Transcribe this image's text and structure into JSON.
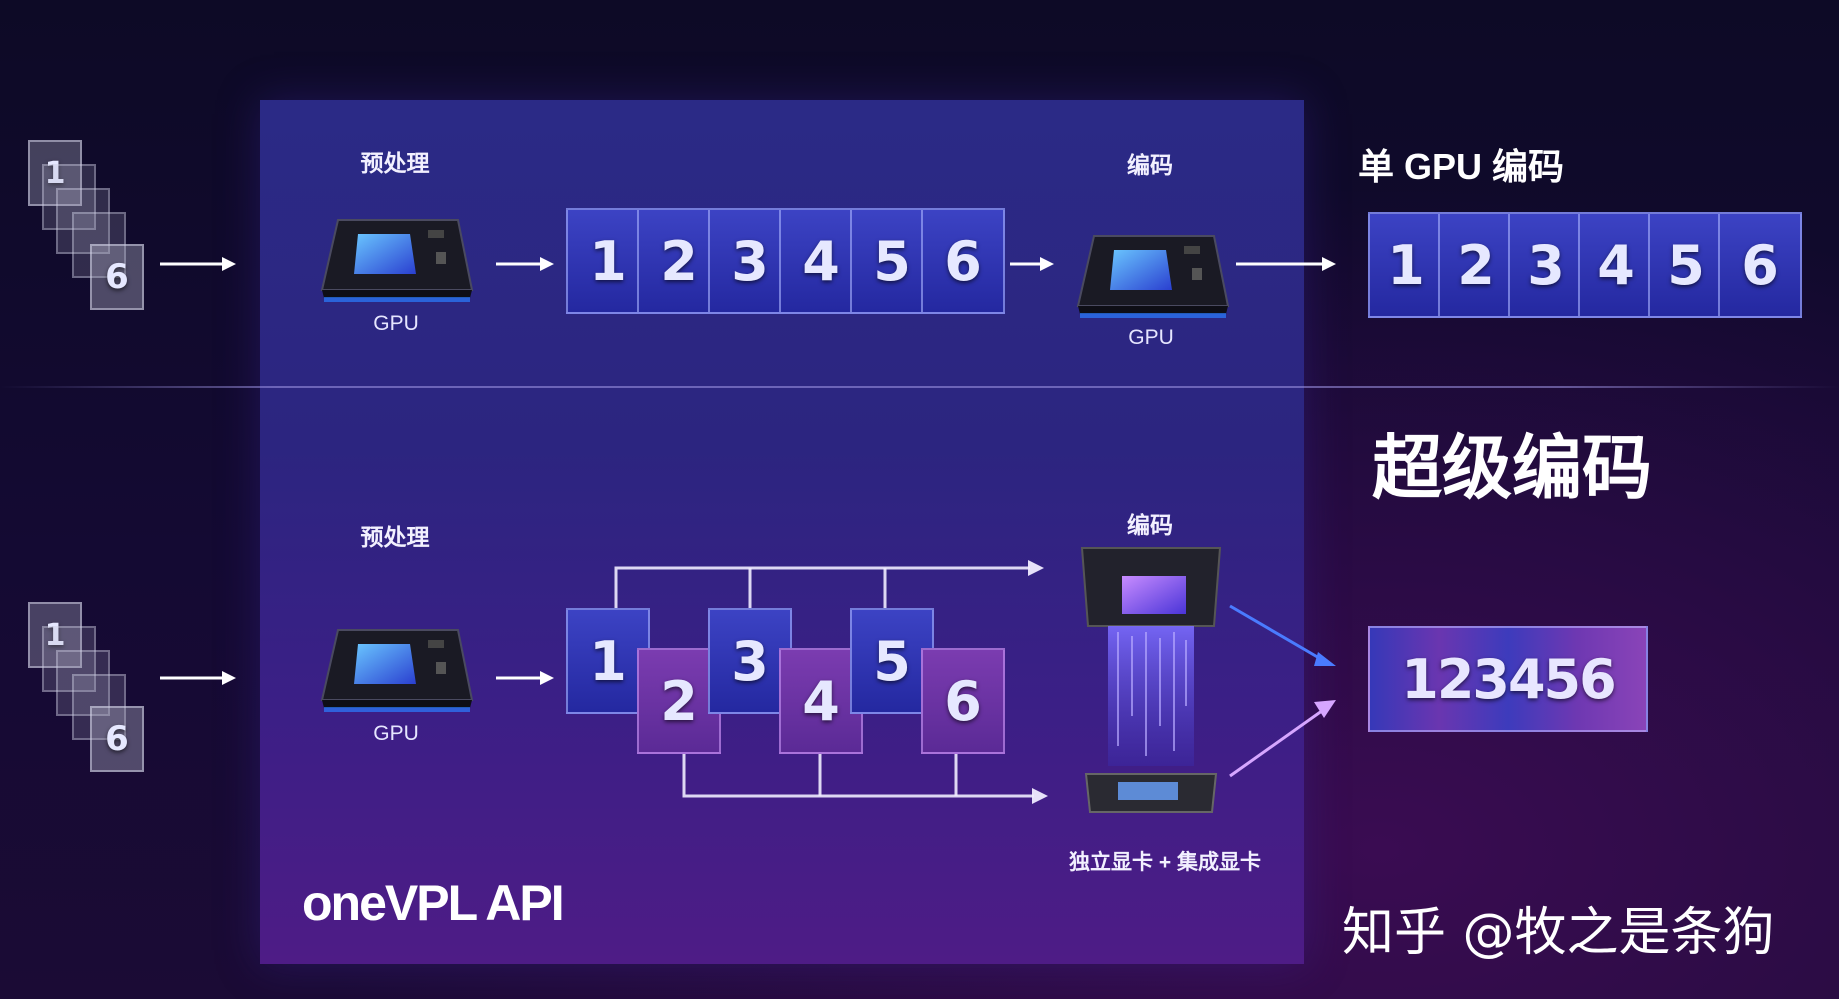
{
  "top": {
    "preprocess_label": "预处理",
    "gpu_label_1": "GPU",
    "encode_label": "编码",
    "gpu_label_2": "GPU",
    "title": "单 GPU 编码",
    "frames": [
      "1",
      "2",
      "3",
      "4",
      "5",
      "6"
    ],
    "output_frames": [
      "1",
      "2",
      "3",
      "4",
      "5",
      "6"
    ]
  },
  "bottom": {
    "preprocess_label": "预处理",
    "gpu_label": "GPU",
    "encode_label": "编码",
    "title": "超级编码",
    "device_label": "独立显卡 + 集成显卡",
    "frames": [
      "1",
      "2",
      "3",
      "4",
      "5",
      "6"
    ],
    "output_frames": "123456"
  },
  "input_stack": {
    "first": "1",
    "last": "6"
  },
  "api_label": "oneVPL API",
  "watermark": "知乎 @牧之是条狗",
  "colors": {
    "panel": "#2c2580",
    "frame_blue": "#2a2fb0",
    "frame_purple": "#6a32a6",
    "arrow_blue": "#4a7bff",
    "arrow_pink": "#d6a6ff"
  }
}
